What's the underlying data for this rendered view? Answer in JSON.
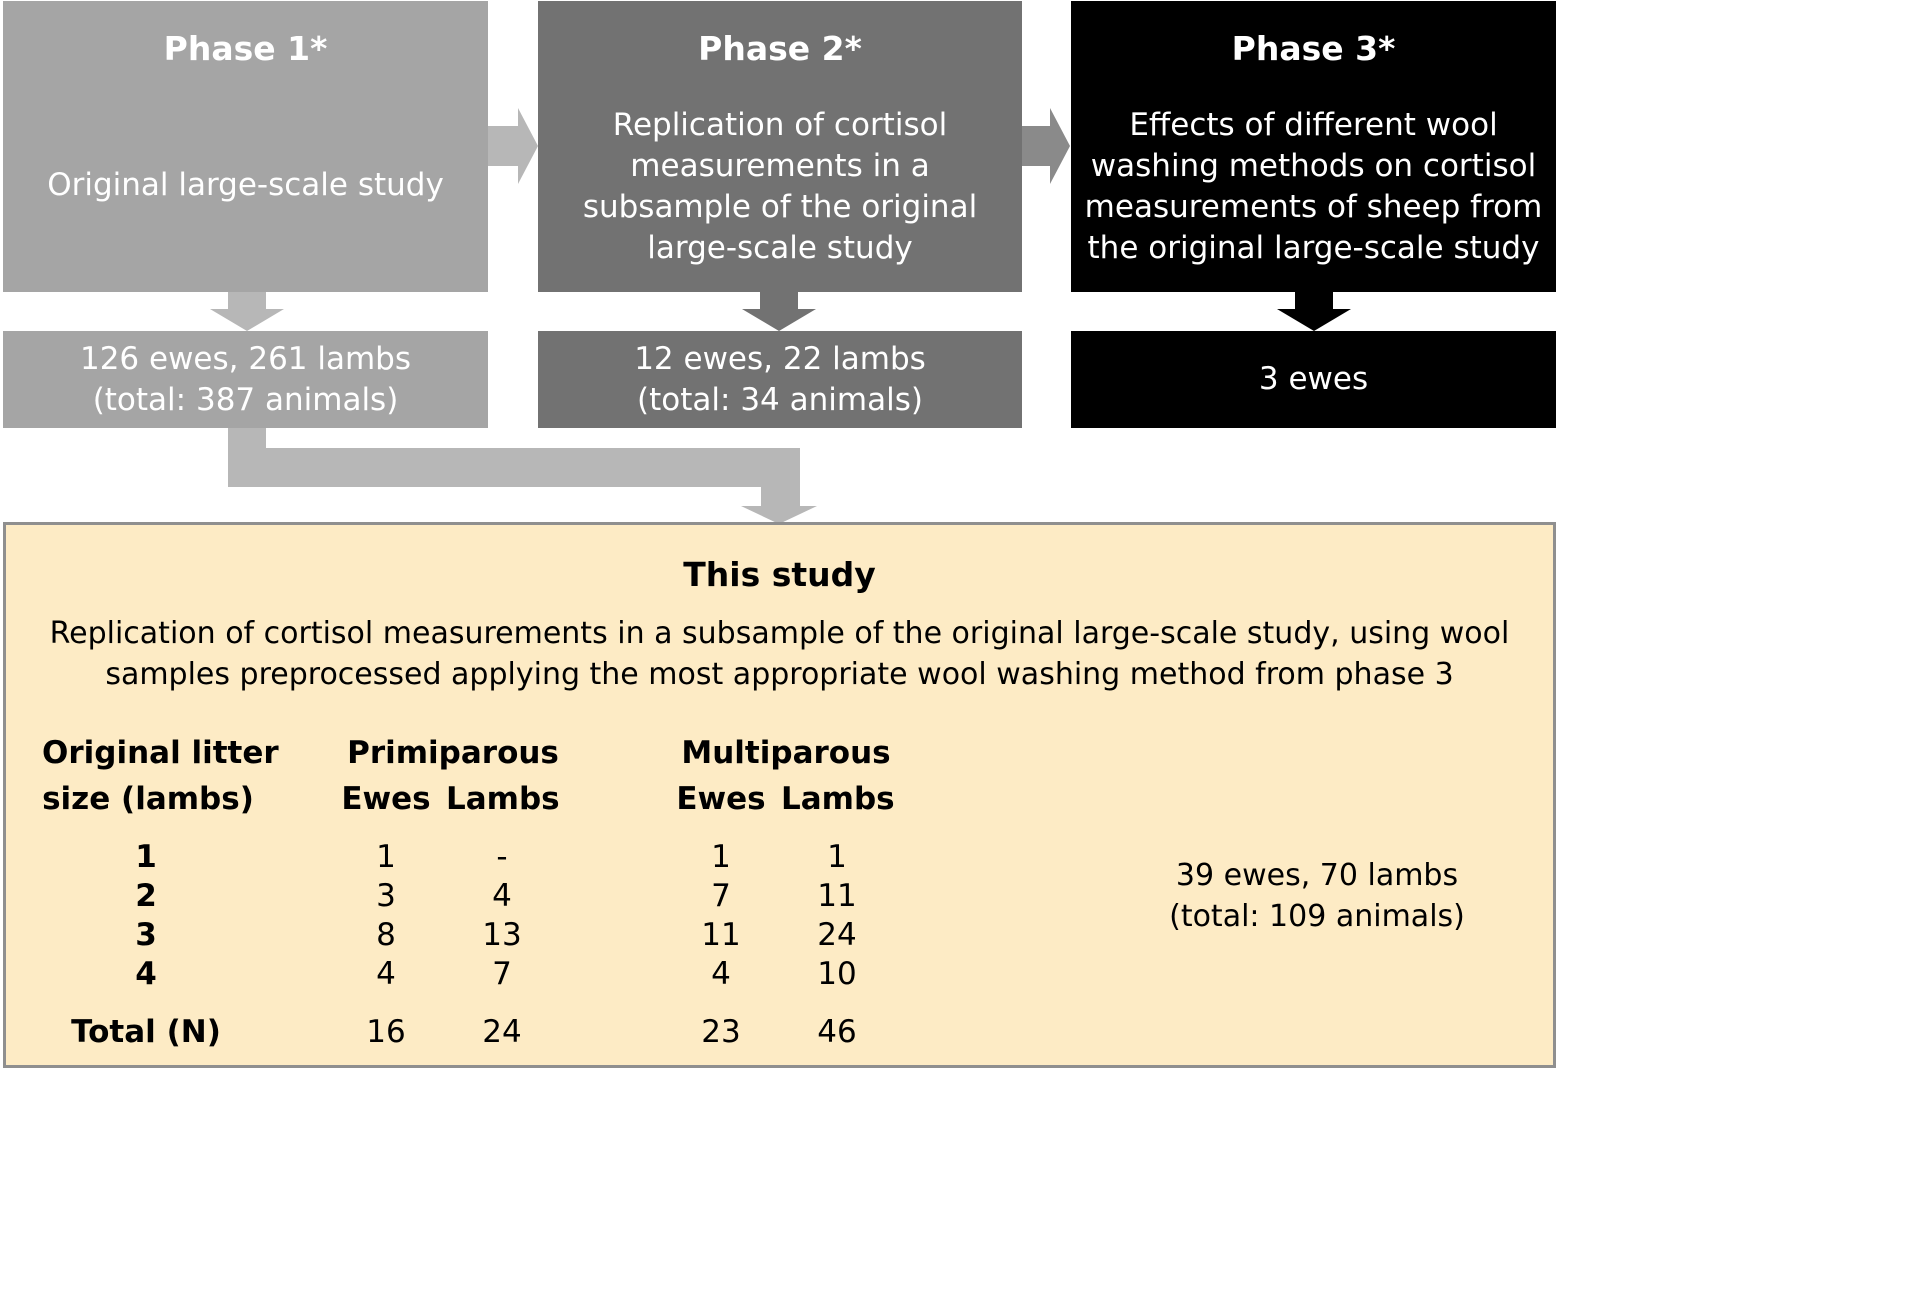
{
  "colors": {
    "phase1": "#a5a5a5",
    "phase2": "#727272",
    "phase3": "#000000",
    "study_bg": "#fdebc5",
    "study_border": "#8f8f8f"
  },
  "phases": [
    {
      "title": "Phase 1*",
      "description": [
        "Original large-scale study"
      ],
      "count": [
        "126 ewes, 261 lambs",
        "(total: 387 animals)"
      ]
    },
    {
      "title": "Phase 2*",
      "description": [
        "Replication of cortisol",
        "measurements in a",
        "subsample of the original",
        "large-scale study"
      ],
      "count": [
        "12 ewes, 22 lambs",
        "(total: 34 animals)"
      ]
    },
    {
      "title": "Phase 3*",
      "description": [
        "Effects of different wool",
        "washing methods on cortisol",
        "measurements of sheep from",
        "the original large-scale study"
      ],
      "count": [
        "3 ewes"
      ]
    }
  ],
  "study": {
    "title": "This study",
    "description": [
      "Replication of cortisol measurements in a subsample of the original large-scale study, using wool",
      "samples preprocessed applying the most appropriate wool washing method from phase 3"
    ],
    "table": {
      "col_header": [
        "Original litter",
        "size (lambs)"
      ],
      "groups": [
        "Primiparous",
        "Multiparous"
      ],
      "subheaders": [
        "Ewes",
        "Lambs",
        "Ewes",
        "Lambs"
      ],
      "rows": [
        {
          "label": "1",
          "values": [
            "1",
            "-",
            "1",
            "1"
          ]
        },
        {
          "label": "2",
          "values": [
            "3",
            "4",
            "7",
            "11"
          ]
        },
        {
          "label": "3",
          "values": [
            "8",
            "13",
            "11",
            "24"
          ]
        },
        {
          "label": "4",
          "values": [
            "4",
            "7",
            "4",
            "10"
          ]
        }
      ],
      "total": {
        "label": "Total (N)",
        "values": [
          "16",
          "24",
          "23",
          "46"
        ]
      }
    },
    "summary": [
      "39 ewes, 70 lambs",
      "(total: 109 animals)"
    ]
  }
}
